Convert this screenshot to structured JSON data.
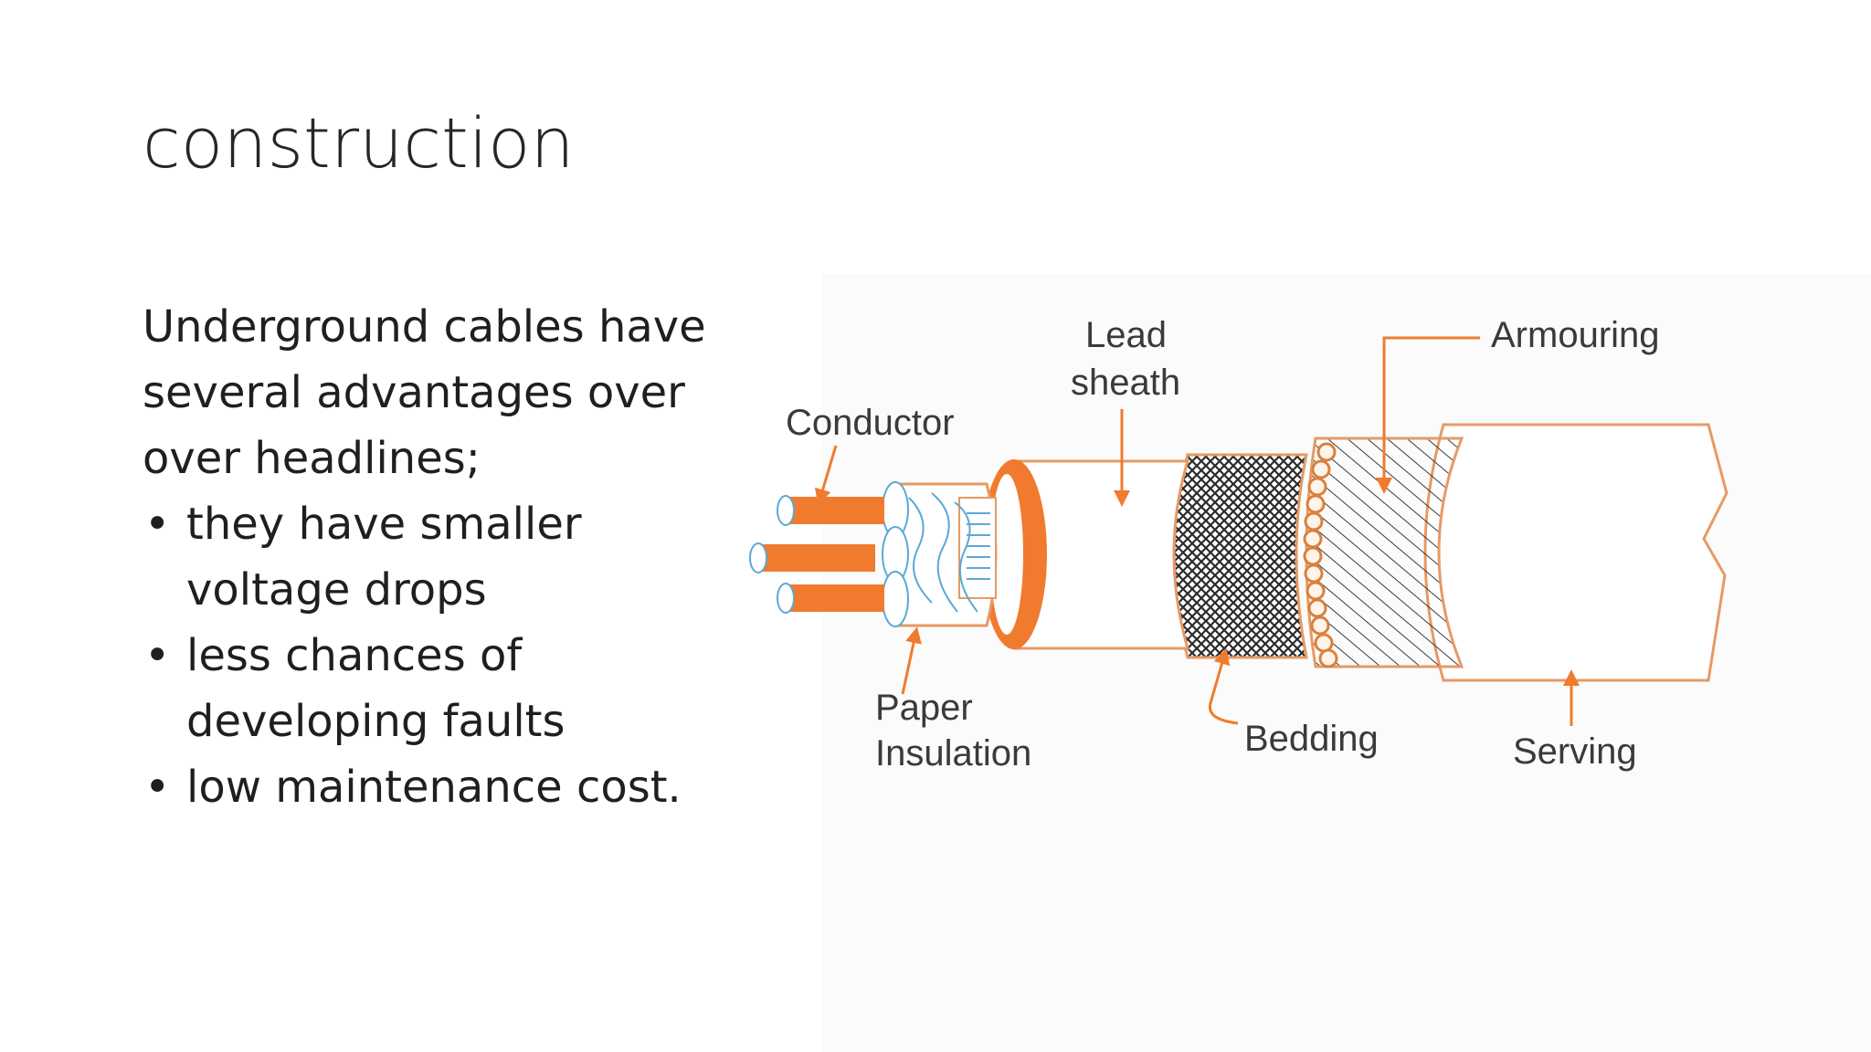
{
  "slide": {
    "title": "construction",
    "intro": "Underground cables have several advantages over over headlines;",
    "bullets": [
      " they have smaller voltage drops",
      "less chances of developing faults",
      "low maintenance cost."
    ],
    "bullet_glyph": "•"
  },
  "diagram": {
    "labels": {
      "lead": "Lead",
      "sheath": "sheath",
      "armouring": "Armouring",
      "conductor": "Conductor",
      "paper": "Paper",
      "insulation": "Insulation",
      "bedding": "Bedding",
      "serving": "Serving"
    },
    "colors": {
      "accent": "#f07b2f",
      "outline": "#e69a63",
      "blue_line": "#5aa9d6",
      "text": "#3a3a3a"
    }
  }
}
